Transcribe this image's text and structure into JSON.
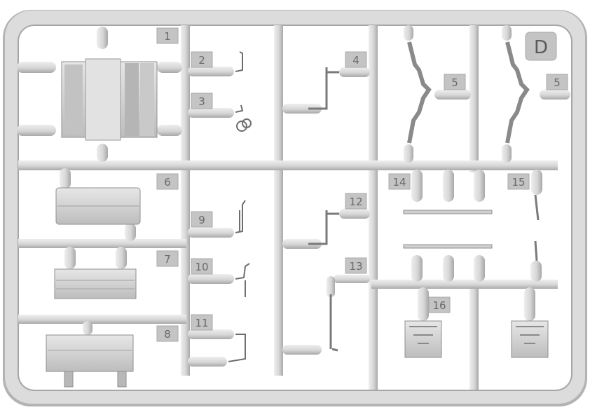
{
  "sprue": {
    "letter": "D",
    "part_numbers": [
      "1",
      "2",
      "3",
      "4",
      "5",
      "5",
      "6",
      "7",
      "8",
      "9",
      "10",
      "11",
      "12",
      "13",
      "14",
      "15",
      "16"
    ]
  },
  "colors": {
    "background": "#ffffff",
    "plastic": "#d8d8d8",
    "plastic_shadow": "#a9a9a9",
    "tab": "#bdbdbd",
    "label_text": "#6a6a6a"
  }
}
